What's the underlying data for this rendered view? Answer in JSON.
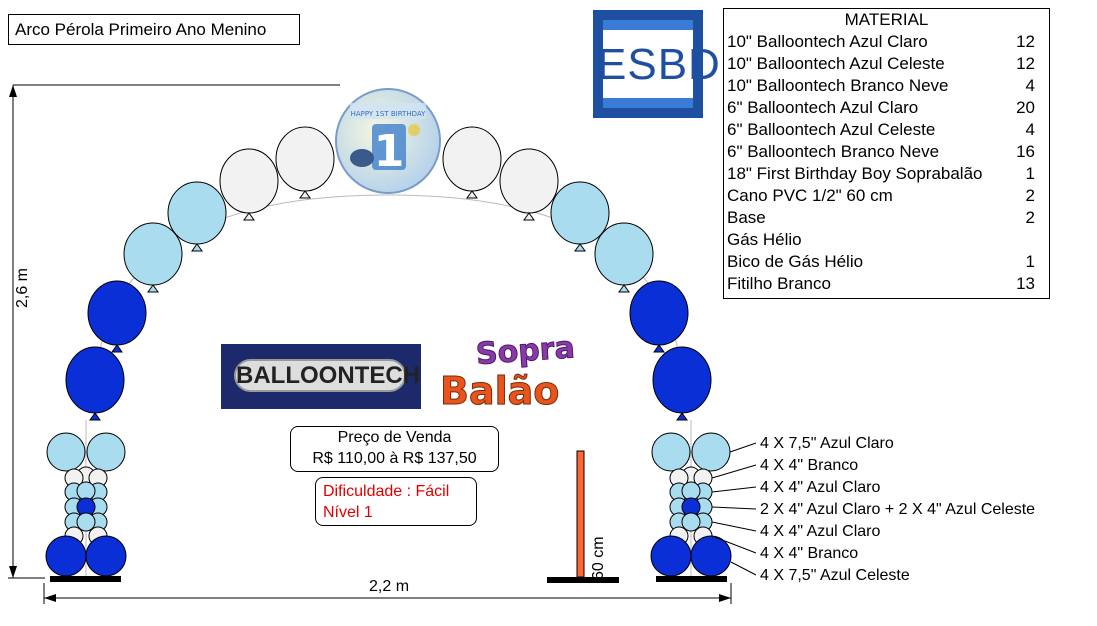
{
  "title": "Arco Pérola Primeiro Ano Menino",
  "logo_esbd": "ESBD",
  "logo_balloontech": "BALLOONTECH",
  "logo_soprabalao": [
    "Sopra",
    "Balão"
  ],
  "material": {
    "header": "MATERIAL",
    "items": [
      {
        "name": "10\" Balloontech Azul Claro",
        "qty": "12"
      },
      {
        "name": "10\" Balloontech Azul Celeste",
        "qty": "12"
      },
      {
        "name": "10\" Balloontech Branco Neve",
        "qty": "4"
      },
      {
        "name": "6\" Balloontech Azul Claro",
        "qty": "20"
      },
      {
        "name": "6\" Balloontech Azul Celeste",
        "qty": "4"
      },
      {
        "name": "6\" Balloontech Branco Neve",
        "qty": "16"
      },
      {
        "name": "18\" First Birthday Boy Soprabalão",
        "qty": "1"
      },
      {
        "name": "Cano PVC 1/2\" 60 cm",
        "qty": "2"
      },
      {
        "name": "Base",
        "qty": "2"
      },
      {
        "name": "Gás Hélio",
        "qty": ""
      },
      {
        "name": "Bico de Gás Hélio",
        "qty": "1"
      },
      {
        "name": "Fitilho Branco",
        "qty": "13"
      }
    ]
  },
  "price": {
    "label": "Preço de Venda",
    "value": "R$ 110,00 à R$ 137,50"
  },
  "difficulty": {
    "line1": "Dificuldade : Fácil",
    "line2": "Nível 1"
  },
  "dimensions": {
    "height": "2,6 m",
    "width": "2,2 m",
    "pole": "60 cm"
  },
  "legend": [
    "4 X 7,5\" Azul Claro",
    "4 X 4\" Branco",
    "4 X 4\" Azul Claro",
    "2 X 4\" Azul Claro + 2 X 4\" Azul Celeste",
    "4 X 4\" Azul Claro",
    "4 X 4\" Branco",
    "4 X 7,5\" Azul Celeste"
  ],
  "foil_balloon_text": "HAPPY 1ST BIRTHDAY",
  "colors": {
    "azul_claro": "#a9dcee",
    "azul_celeste": "#0a2fd6",
    "branco": "#f2f2f2",
    "difficulty_text": "#e00000",
    "esbd_blue": "#1f4fa0",
    "balloontech_bg": "#1c2a6b",
    "pole": "#ff6633"
  }
}
